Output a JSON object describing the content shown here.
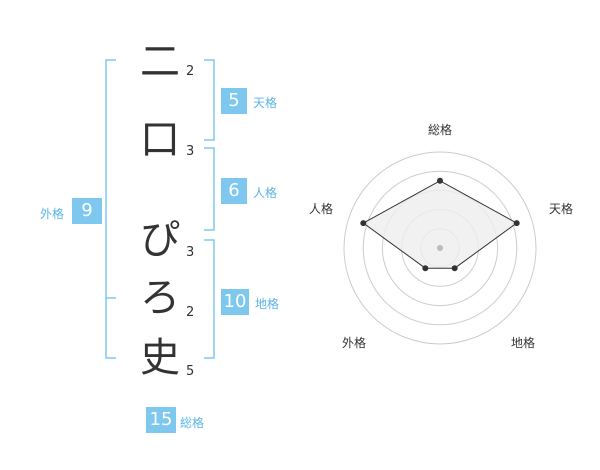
{
  "name": {
    "chars": [
      {
        "char": "二",
        "strokes": "2"
      },
      {
        "char": "口",
        "strokes": "3"
      },
      {
        "char": "ぴ",
        "strokes": "3"
      },
      {
        "char": "ろ",
        "strokes": "2"
      },
      {
        "char": "史",
        "strokes": "5"
      }
    ]
  },
  "fortune": {
    "tenkaku": {
      "label": "天格",
      "value": "5"
    },
    "jinkaku": {
      "label": "人格",
      "value": "6"
    },
    "chikaku": {
      "label": "地格",
      "value": "10"
    },
    "gaikaku": {
      "label": "外格",
      "value": "9"
    },
    "soukaku": {
      "label": "総格",
      "value": "15"
    }
  },
  "radar": {
    "labels": {
      "top": "総格",
      "right": "天格",
      "bottom_right": "地格",
      "bottom_left": "外格",
      "left": "人格"
    },
    "colors": {
      "ring": "#cccccc",
      "fill": "#eeeeee",
      "line": "#333333",
      "dot": "#333333",
      "center": "#bbbbbb"
    },
    "max": 5,
    "points": [
      {
        "axis": "総格",
        "value": 3.5
      },
      {
        "axis": "天格",
        "value": 4.2
      },
      {
        "axis": "地格",
        "value": 1.3
      },
      {
        "axis": "外格",
        "value": 1.3
      },
      {
        "axis": "人格",
        "value": 4.2
      }
    ]
  },
  "colors": {
    "accent": "#7ec8f0",
    "bracket": "#7ec8f0",
    "label": "#5ab4e6"
  }
}
